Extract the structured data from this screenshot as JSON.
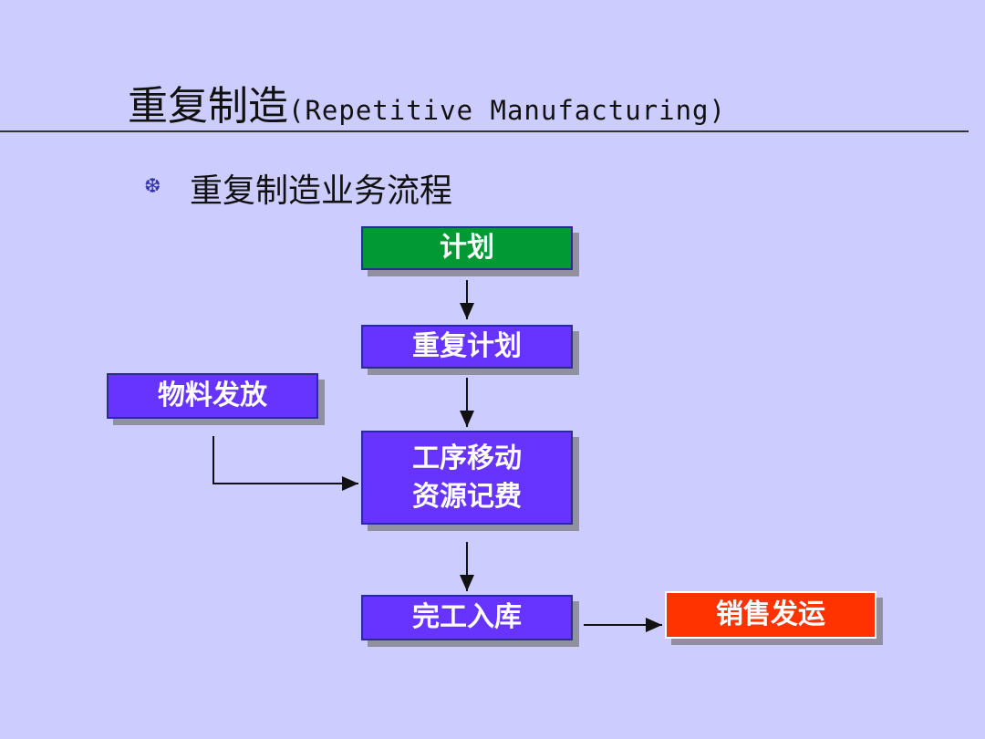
{
  "title": {
    "chinese": "重复制造",
    "english": "(Repetitive Manufacturing)"
  },
  "subtitle": {
    "bullet_icon": "snowflake-bullet-icon",
    "text": "重复制造业务流程"
  },
  "flow": {
    "plan": "计划",
    "repetitive_plan": "重复计划",
    "material_issue": "物料发放",
    "operation_move_line1": "工序移动",
    "operation_move_line2": "资源记费",
    "completion": "完工入库",
    "sales_shipping": "销售发运"
  },
  "colors": {
    "background": "#ccccff",
    "step_box": "#6633ff",
    "plan_box": "#009933",
    "shipping_box": "#ff3300"
  }
}
